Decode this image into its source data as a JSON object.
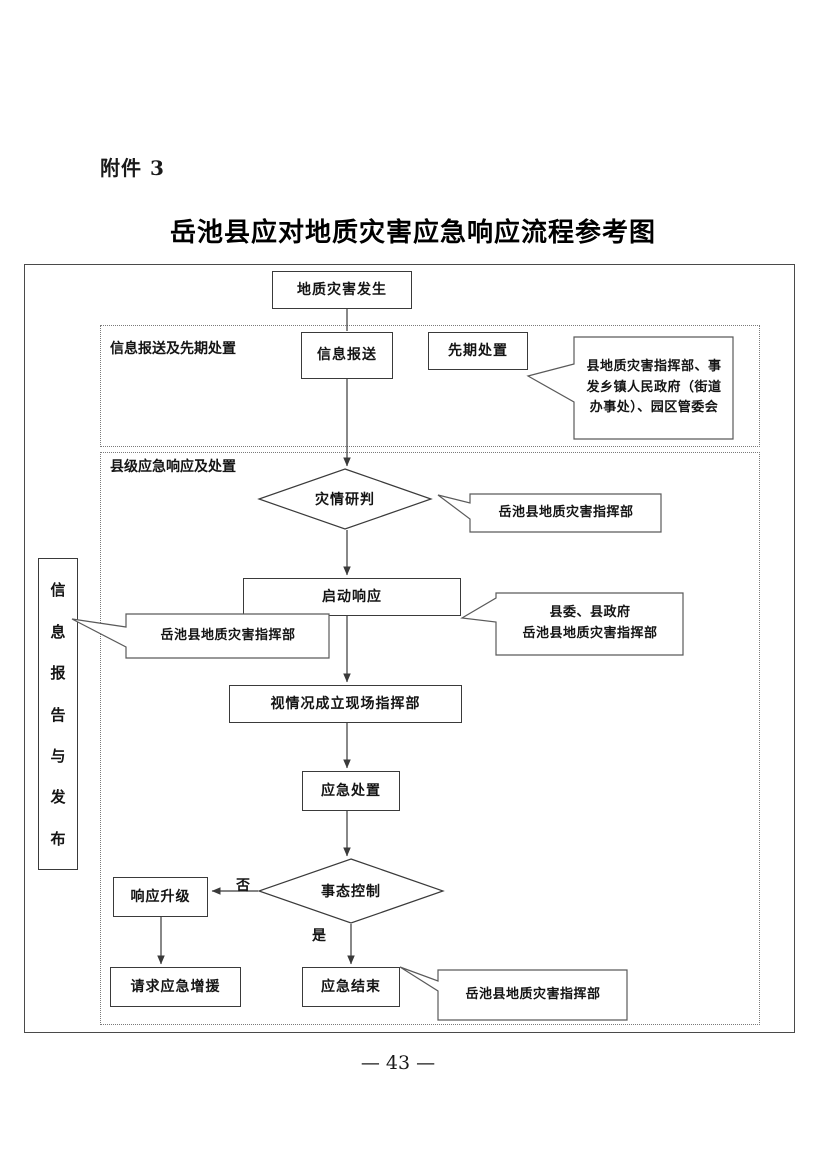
{
  "document": {
    "attachment_label": "附件 3",
    "title": "岳池县应对地质灾害应急响应流程参考图",
    "page_number": "— 43 —"
  },
  "side_label": {
    "name": "信息报告与发布",
    "chars": [
      "信",
      "息",
      "报",
      "告",
      "与",
      "发",
      "布"
    ]
  },
  "lanes": [
    {
      "id": "lane-1",
      "title": "信息报送及先期处置"
    },
    {
      "id": "lane-2",
      "title": "县级应急响应及处置"
    }
  ],
  "nodes": {
    "start": "地质灾害发生",
    "report": "信息报送",
    "initial_dispose": "先期处置",
    "judge": "灾情研判",
    "start_response": "启动响应",
    "onsite_hq": "视情况成立现场指挥部",
    "emergency_dispose": "应急处置",
    "situation_controlled": "事态控制",
    "response_upgrade": "响应升级",
    "request_support": "请求应急增援",
    "response_end": "应急结束"
  },
  "branch_labels": {
    "no": "否",
    "yes": "是"
  },
  "callouts": {
    "initial_dispose": {
      "lines": [
        "县地质灾害指挥部、事",
        "发乡镇人民政府（街道",
        "办事处）、园区管委会"
      ]
    },
    "judge": {
      "lines": [
        "岳池县地质灾害指挥部"
      ]
    },
    "start_response_right": {
      "lines": [
        "县委、县政府",
        "岳池县地质灾害指挥部"
      ]
    },
    "start_response_left": {
      "lines": [
        "岳池县地质灾害指挥部"
      ]
    },
    "response_end": {
      "lines": [
        "岳池县地质灾害指挥部"
      ]
    }
  },
  "colors": {
    "frame": "#4a4a4a",
    "lane_border": "#7a7a7a",
    "node_border": "#3a3a3a",
    "text": "#141414",
    "background": "#ffffff"
  }
}
